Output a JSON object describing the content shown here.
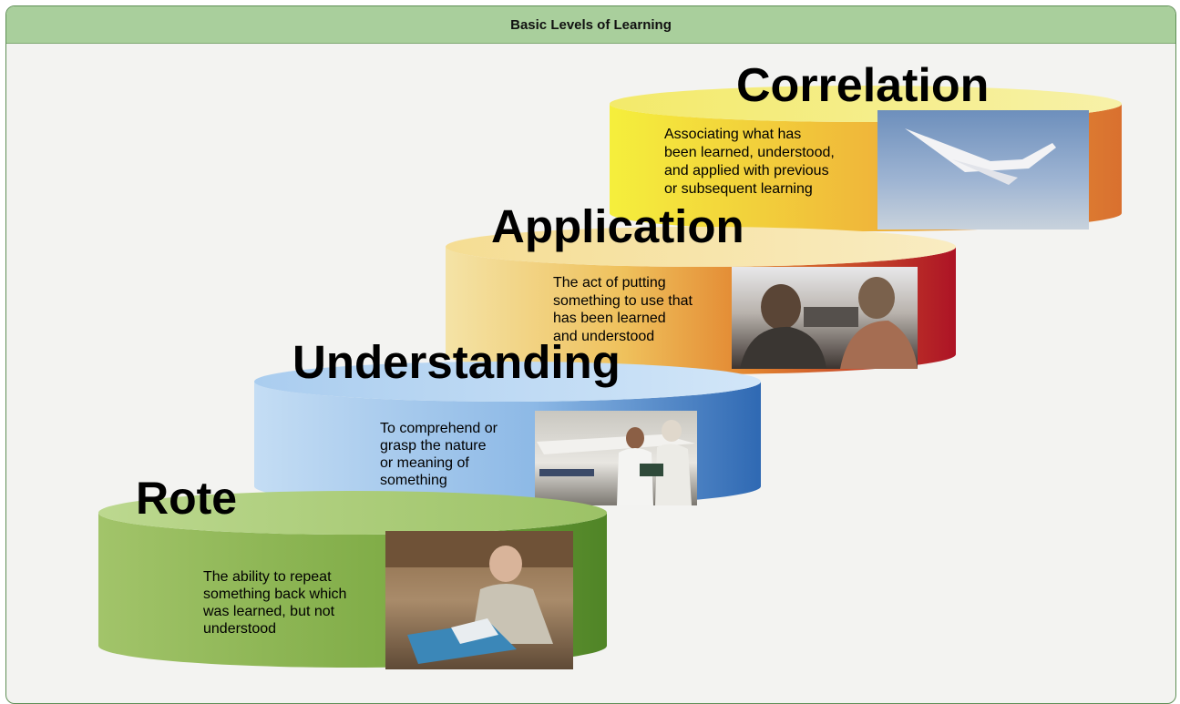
{
  "title": "Basic Levels of Learning",
  "levels": [
    {
      "name": "Rote",
      "description": [
        "The ability to repeat",
        "something back which",
        "was learned, but not",
        "understood"
      ],
      "photo_icon": "man-reading-book-photo-icon",
      "colors": {
        "light": "#a6c76f",
        "dark": "#5c8f2e",
        "top": "#c4dd98"
      }
    },
    {
      "name": "Understanding",
      "description": [
        "To comprehend or",
        "grasp the nature",
        "or meaning of",
        "something"
      ],
      "photo_icon": "instructor-and-student-by-airplane-photo-icon",
      "colors": {
        "light": "#cfe3f6",
        "dark": "#3d78be",
        "top": "#b9d6f1"
      }
    },
    {
      "name": "Application",
      "description": [
        "The act of putting",
        "something to use that",
        "has been learned",
        "and understood"
      ],
      "photo_icon": "pilots-in-cockpit-photo-icon",
      "colors": {
        "light": "#f3dc93",
        "mid": "#e58f3a",
        "dark": "#b3182a",
        "top": "#f6e1a2"
      }
    },
    {
      "name": "Correlation",
      "description": [
        "Associating what has",
        "been learned, understood,",
        "and applied with previous",
        "or subsequent learning"
      ],
      "photo_icon": "jet-in-flight-photo-icon",
      "colors": {
        "light": "#f4ea45",
        "dark": "#dd7b33",
        "top": "#f6ee7a"
      }
    }
  ]
}
